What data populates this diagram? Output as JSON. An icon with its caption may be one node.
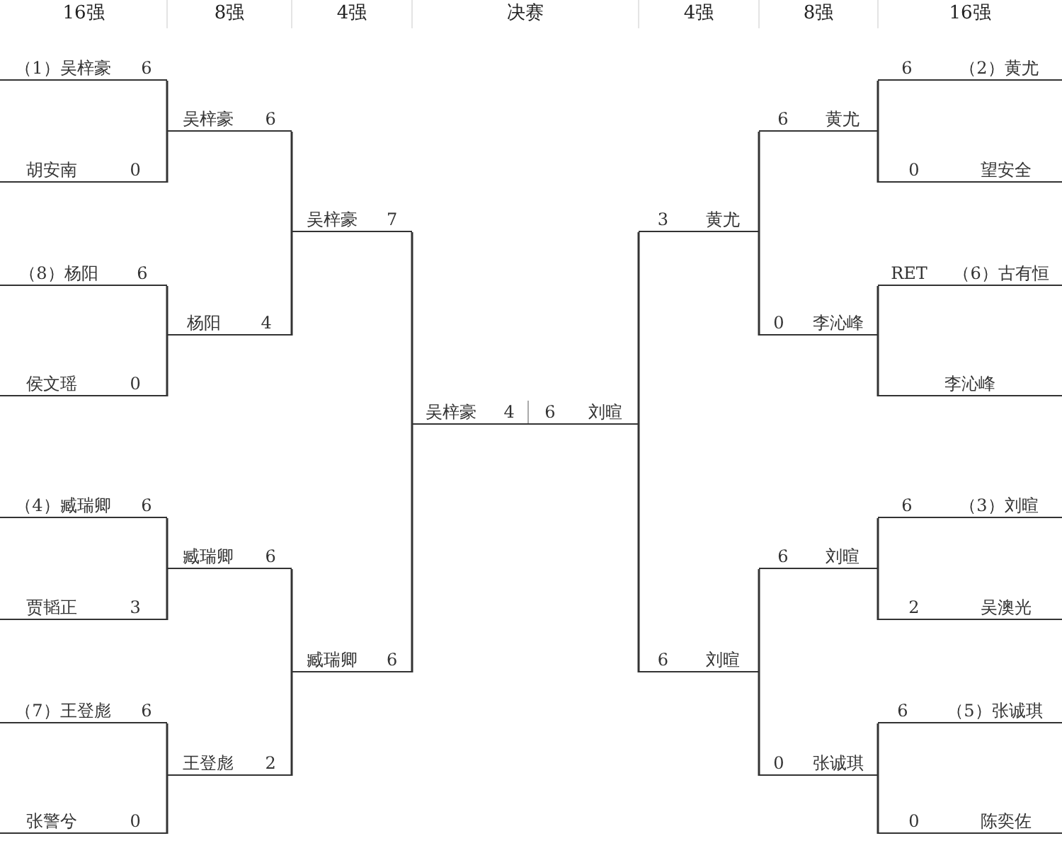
{
  "diagram": {
    "nodes": [
      {
        "text": [
          "（1）吴梓豪",
          "6"
        ]
      },
      {
        "text": [
          "胡安南",
          "0"
        ]
      },
      {
        "text": [
          "（8）杨阳",
          "6"
        ]
      },
      {
        "text": [
          "侯文瑶",
          "0"
        ]
      },
      {
        "text": [
          "（4）臧瑞卿",
          "6"
        ]
      },
      {
        "text": [
          "贾韬正",
          "3"
        ]
      },
      {
        "text": [
          "（7）王登彪",
          "6"
        ]
      },
      {
        "text": [
          "张警兮",
          "0"
        ]
      },
      {
        "text": [
          "吴梓豪",
          "6"
        ]
      },
      {
        "text": [
          "杨阳",
          "4"
        ]
      },
      {
        "text": [
          "臧瑞卿",
          "6"
        ]
      },
      {
        "text": [
          "王登彪",
          "2"
        ]
      },
      {
        "text": [
          "吴梓豪",
          "7"
        ]
      },
      {
        "text": [
          "臧瑞卿",
          "6"
        ]
      },
      {
        "text": [
          "吴梓豪",
          "4"
        ]
      },
      {
        "text": [
          "6",
          "刘暄"
        ]
      },
      {
        "text": [
          "3",
          "黄尤"
        ]
      },
      {
        "text": [
          "6",
          "刘暄"
        ]
      },
      {
        "text": [
          "6",
          "黄尤"
        ]
      },
      {
        "text": [
          "0",
          "李沁峰"
        ]
      },
      {
        "text": [
          "6",
          "刘暄"
        ]
      },
      {
        "text": [
          "0",
          "张诚琪"
        ]
      },
      {
        "text": [
          "6",
          "（2）黄尤"
        ]
      },
      {
        "text": [
          "0",
          "望安全"
        ]
      },
      {
        "text": [
          "RET",
          "（6）古有恒"
        ]
      },
      {
        "text": [
          "李沁峰"
        ]
      },
      {
        "text": [
          "6",
          "（3）刘暄"
        ]
      },
      {
        "text": [
          "2",
          "吴澳光"
        ]
      },
      {
        "text": [
          "6",
          "（5）张诚琪"
        ]
      },
      {
        "text": [
          "0",
          "陈奕佐"
        ]
      }
    ],
    "edges": [
      {
        "from": 0,
        "to": 8,
        "arrow": "none"
      },
      {
        "from": 1,
        "to": 8,
        "arrow": "none"
      },
      {
        "from": 2,
        "to": 9,
        "arrow": "none"
      },
      {
        "from": 3,
        "to": 9,
        "arrow": "none"
      },
      {
        "from": 4,
        "to": 10,
        "arrow": "none"
      },
      {
        "from": 5,
        "to": 10,
        "arrow": "none"
      },
      {
        "from": 6,
        "to": 11,
        "arrow": "none"
      },
      {
        "from": 7,
        "to": 11,
        "arrow": "none"
      },
      {
        "from": 8,
        "to": 12,
        "arrow": "none"
      },
      {
        "from": 9,
        "to": 12,
        "arrow": "none"
      },
      {
        "from": 10,
        "to": 13,
        "arrow": "none"
      },
      {
        "from": 11,
        "to": 13,
        "arrow": "none"
      },
      {
        "from": 12,
        "to": 14,
        "arrow": "none"
      },
      {
        "from": 13,
        "to": 14,
        "arrow": "none"
      },
      {
        "from": 16,
        "to": 15,
        "arrow": "none"
      },
      {
        "from": 17,
        "to": 15,
        "arrow": "none"
      },
      {
        "from": 18,
        "to": 16,
        "arrow": "none"
      },
      {
        "from": 19,
        "to": 16,
        "arrow": "none"
      },
      {
        "from": 20,
        "to": 17,
        "arrow": "none"
      },
      {
        "from": 21,
        "to": 17,
        "arrow": "none"
      },
      {
        "from": 22,
        "to": 18,
        "arrow": "none"
      },
      {
        "from": 23,
        "to": 18,
        "arrow": "none"
      },
      {
        "from": 24,
        "to": 19,
        "arrow": "none"
      },
      {
        "from": 25,
        "to": 19,
        "arrow": "none"
      },
      {
        "from": 26,
        "to": 20,
        "arrow": "none"
      },
      {
        "from": 27,
        "to": 20,
        "arrow": "none"
      },
      {
        "from": 28,
        "to": 21,
        "arrow": "none"
      },
      {
        "from": 29,
        "to": 21,
        "arrow": "none"
      }
    ],
    "labels": [
      "16强",
      "8强",
      "4强",
      "决赛",
      "4强",
      "8强",
      "16强"
    ]
  }
}
